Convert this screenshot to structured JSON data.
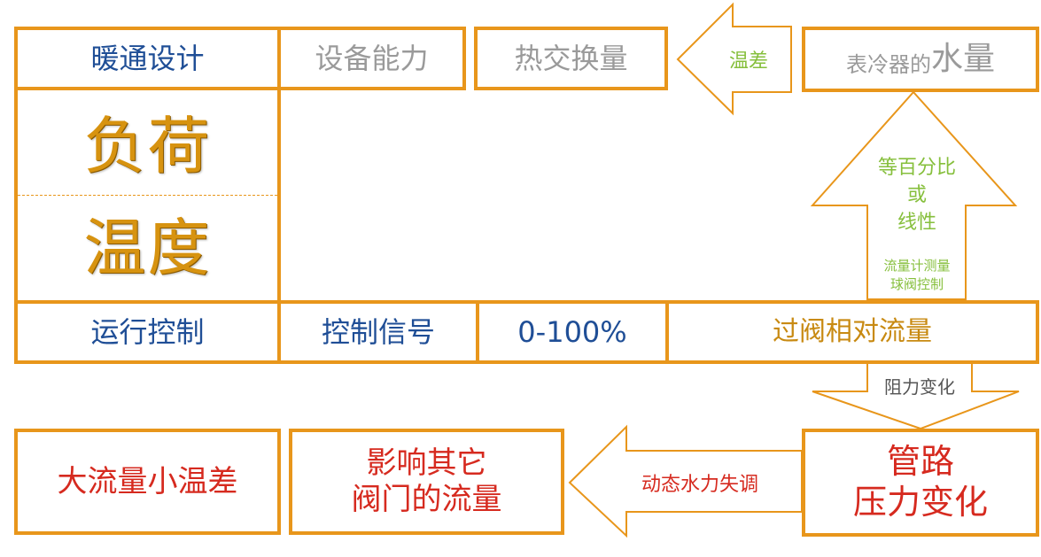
{
  "top_row": {
    "hvac_design": "暖通设计",
    "equipment_capacity": "设备能力",
    "heat_exchange": "热交换量",
    "coil_water_prefix": "表冷器的",
    "coil_water_suffix": "水量"
  },
  "left_panel": {
    "load": "负荷",
    "temperature": "温度"
  },
  "middle_row": {
    "operation_control": "运行控制",
    "control_signal": "控制信号",
    "range": "0-100%",
    "relative_flow": "过阀相对流量"
  },
  "bottom_row": {
    "big_flow_small_dt": "大流量小温差",
    "affect_line1": "影响其它",
    "affect_line2": "阀门的流量",
    "pipe_line1": "管路",
    "pipe_line2": "压力变化"
  },
  "arrows": {
    "temp_diff": "温差",
    "equal_pct": "等百分比",
    "or": "或",
    "linear": "线性",
    "flow_meter": "流量计测量",
    "ball_valve": "球阀控制",
    "resistance_change": "阻力变化",
    "dynamic_imbalance": "动态水力失调"
  },
  "colors": {
    "border": "#e8961b",
    "blue_text": "#1f4e96",
    "gray_text": "#9a9a9a",
    "red_text": "#d62a1f",
    "gold_text": "#c88a12",
    "green_text": "#86bf3c"
  }
}
